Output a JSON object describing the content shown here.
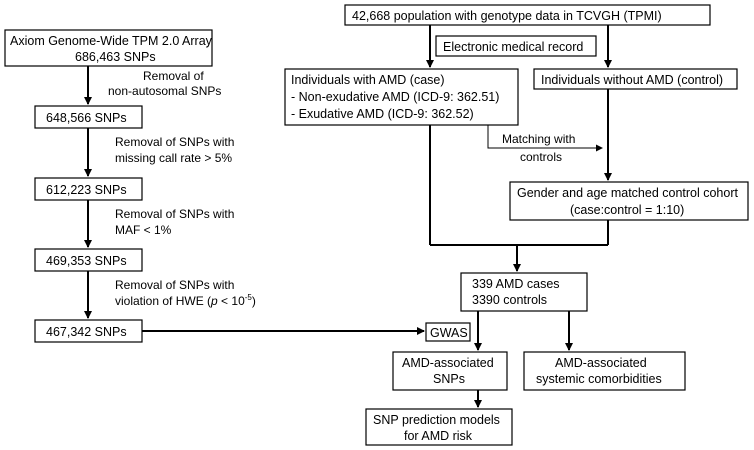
{
  "left": {
    "array_line1": "Axiom Genome-Wide TPM 2.0 Array",
    "array_line2": "686,463 SNPs",
    "step1_line1": "Removal of",
    "step1_line2": "non-autosomal SNPs",
    "count1": "648,566 SNPs",
    "step2_line1": "Removal of SNPs with",
    "step2_line2": "missing call rate > 5%",
    "count2": "612,223 SNPs",
    "step3_line1": "Removal of SNPs with",
    "step3_line2": "MAF < 1%",
    "count3": "469,353 SNPs",
    "step4_line1": "Removal of SNPs with",
    "step4_line2_pre": "violation of HWE (",
    "step4_p": "p",
    "step4_line2_mid": " < 10",
    "step4_exp": "-5",
    "step4_line2_post": ")",
    "count4": "467,342 SNPs"
  },
  "right": {
    "population": "42,668 population with genotype data in TCVGH (TPMI)",
    "emr": "Electronic medical record",
    "case_title": "Individuals with AMD (case)",
    "case_item1": "- Non-exudative AMD (ICD-9: 362.51)",
    "case_item2": "- Exudative AMD (ICD-9: 362.52)",
    "control_title": "Individuals without AMD (control)",
    "matching_line1": "Matching with",
    "matching_line2": "controls",
    "matched_line1": "Gender and age matched control cohort",
    "matched_line2": "(case:control = 1:10)",
    "cases": "339 AMD cases",
    "controls": "3390 controls",
    "gwas": "GWAS",
    "snps_line1": "AMD-associated",
    "snps_line2": "SNPs",
    "comorb_line1": "AMD-associated",
    "comorb_line2": "systemic comorbidities",
    "pred_line1": "SNP prediction models",
    "pred_line2": "for AMD risk"
  }
}
